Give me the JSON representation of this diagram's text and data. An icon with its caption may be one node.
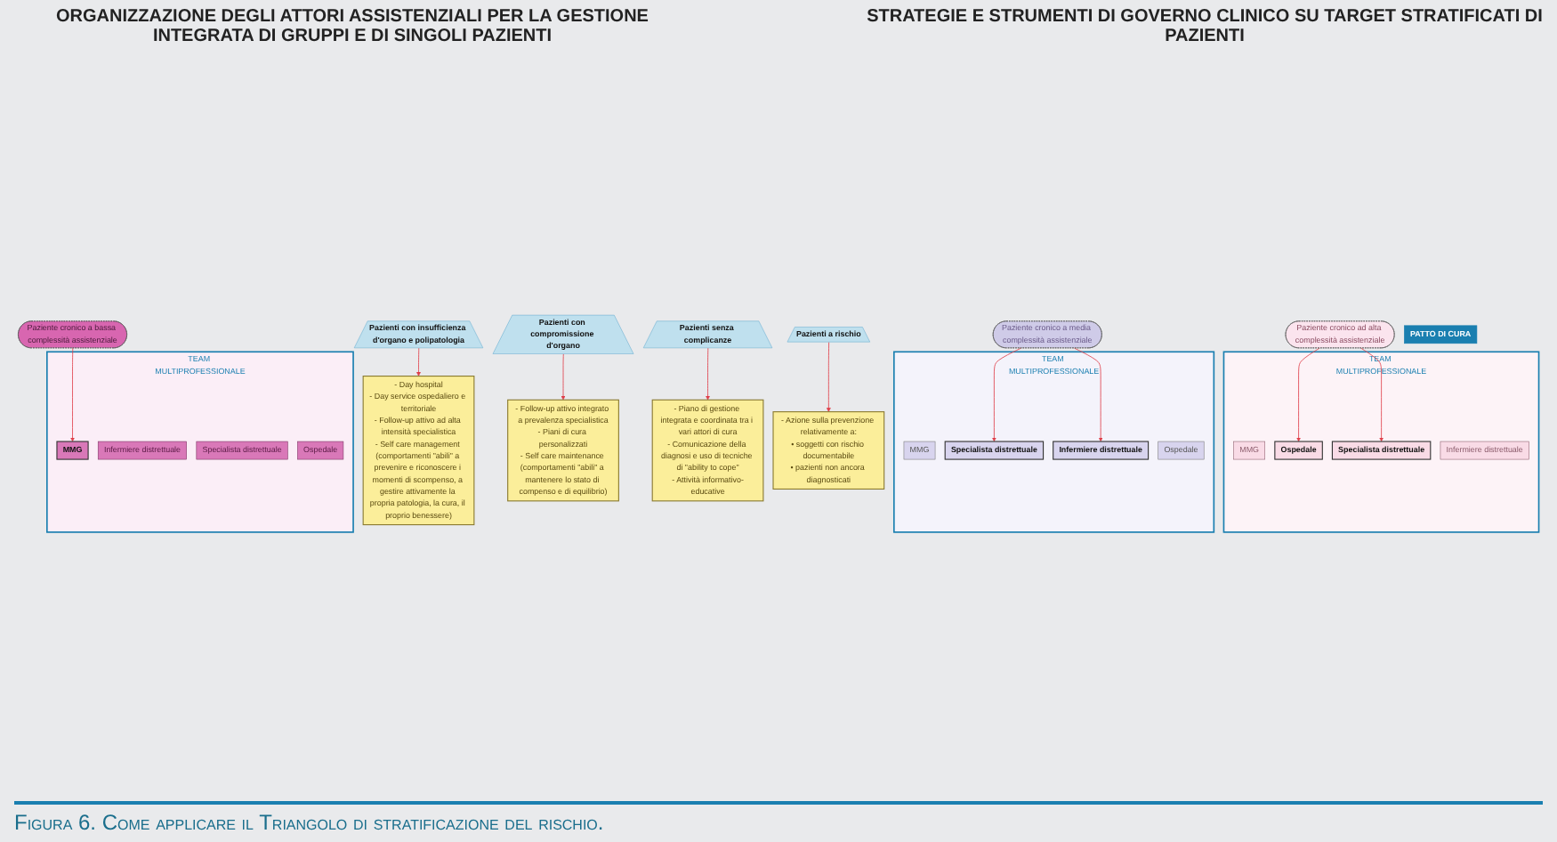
{
  "diagram": {
    "caption": "Figura 6. Come applicare il Triangolo di stratificazione del rischio.",
    "nodes": [
      {
        "text": [
          "TEAM MULTIPROFESSIONALE"
        ]
      },
      {
        "text": [
          "MMG"
        ],
        "in": 0
      },
      {
        "text": [
          "Ospedale"
        ],
        "in": 0
      },
      {
        "text": [
          "Specialista distrettuale"
        ],
        "in": 0
      },
      {
        "text": [
          "Infermiere distrettuale"
        ],
        "in": 0
      },
      {
        "text": [
          "Paziente cronico ad alta complessità assistenziale"
        ]
      },
      {
        "text": [
          "Pazienti con insufficienza d'organo e polipatologia"
        ]
      },
      {
        "text": [
          "- Day hospital",
          "- Day service ospedaliero e territoriale",
          "- Follow-up attivo ad alta intensità specialistica",
          "- Self care management (comportamenti \"abili\" a prevenire e riconoscere i momenti di scompenso, a gestire attivamente la propria patologia, la cura, il proprio benessere)"
        ]
      },
      {
        "text": [
          "TEAM MULTIPROFESSIONALE"
        ]
      },
      {
        "text": [
          "MMG"
        ],
        "in": 8
      },
      {
        "text": [
          "Specialista distrettuale"
        ],
        "in": 8
      },
      {
        "text": [
          "Infermiere distrettuale"
        ],
        "in": 8
      },
      {
        "text": [
          "Ospedale"
        ],
        "in": 8
      },
      {
        "text": [
          "Paziente cronico a media complessità assistenziale"
        ]
      },
      {
        "text": [
          "Pazienti con compromissione d'organo"
        ]
      },
      {
        "text": [
          "- Follow-up attivo integrato a prevalenza specialistica",
          "- Piani di cura personalizzati",
          "- Self care maintenance (comportamenti \"abili\" a mantenere lo stato di compenso e di equilibrio)"
        ]
      },
      {
        "text": [
          "Paziente cronico a bassa complessità assistenziale"
        ]
      },
      {
        "text": [
          "Pazienti senza complicanze"
        ]
      },
      {
        "text": [
          "- Piano di gestione integrata e coordinata tra i vari attori di cura",
          "- Comunicazione della diagnosi e uso di tecniche di \"ability to cope\"",
          "- Attività informativo-educative"
        ]
      },
      {
        "text": [
          "TEAM MULTIPROFESSIONALE"
        ]
      },
      {
        "text": [
          "MMG"
        ],
        "in": 19
      },
      {
        "text": [
          "Infermiere distrettuale"
        ],
        "in": 19
      },
      {
        "text": [
          "Specialista distrettuale"
        ],
        "in": 19
      },
      {
        "text": [
          "Ospedale"
        ],
        "in": 19
      },
      {
        "text": [
          "Pazienti a rischio"
        ]
      },
      {
        "text": [
          "- Azione sulla prevenzione relativamente a:",
          "• soggetti con rischio documentabile",
          "• pazienti non ancora diagnosticati"
        ]
      },
      {
        "text": [
          "PATTO DI CURA"
        ]
      }
    ],
    "edges": [
      {
        "from": 5,
        "to": 2,
        "arrow": "to"
      },
      {
        "from": 5,
        "to": 3,
        "arrow": "to"
      },
      {
        "from": 6,
        "to": 7,
        "arrow": "to"
      },
      {
        "from": 13,
        "to": 10,
        "arrow": "to"
      },
      {
        "from": 13,
        "to": 11,
        "arrow": "to"
      },
      {
        "from": 14,
        "to": 15,
        "arrow": "to"
      },
      {
        "from": 16,
        "to": 20,
        "arrow": "to"
      },
      {
        "from": 17,
        "to": 18,
        "arrow": "to"
      },
      {
        "from": 24,
        "to": 25,
        "arrow": "to"
      }
    ],
    "labels": [
      "ORGANIZZAZIONE DEGLI ATTORI ASSISTENZIALI PER LA GESTIONE INTEGRATA DI GRUPPI E DI SINGOLI PAZIENTI",
      "STRATEGIE E STRUMENTI DI GOVERNO CLINICO SU TARGET STRATIFICATI DI PAZIENTI"
    ]
  }
}
